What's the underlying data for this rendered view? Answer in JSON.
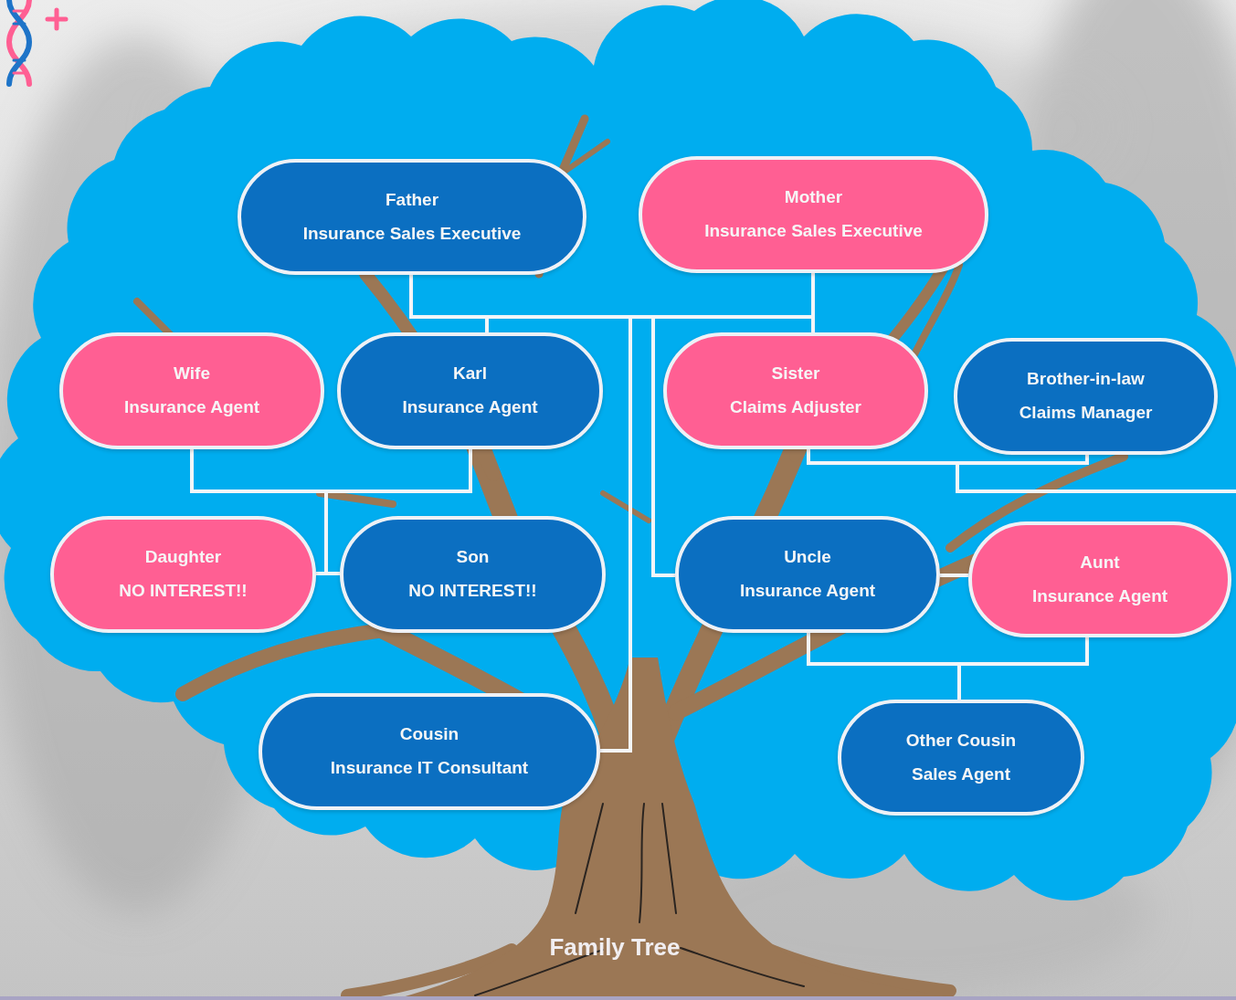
{
  "diagram": {
    "caption": "Family Tree",
    "nodes": [
      {
        "text": [
          "Father",
          "Insurance Sales Executive"
        ]
      },
      {
        "text": [
          "Mother",
          "Insurance Sales Executive"
        ]
      },
      {
        "text": [
          "Wife",
          "Insurance Agent"
        ]
      },
      {
        "text": [
          "Karl",
          "Insurance Agent"
        ]
      },
      {
        "text": [
          "Sister",
          "Claims Adjuster"
        ]
      },
      {
        "text": [
          "Brother-in-law",
          "Claims Manager"
        ]
      },
      {
        "text": [
          "Daughter",
          "NO INTEREST!!"
        ]
      },
      {
        "text": [
          "Son",
          "NO INTEREST!!"
        ]
      },
      {
        "text": [
          "Uncle",
          "Insurance Agent"
        ]
      },
      {
        "text": [
          "Aunt",
          "Insurance Agent"
        ]
      },
      {
        "text": [
          "Cousin",
          "Insurance IT Consultant"
        ]
      },
      {
        "text": [
          "Other Cousin",
          "Sales Agent"
        ]
      }
    ],
    "edges": [
      {
        "from": 0,
        "to": 3,
        "arrow": "none"
      },
      {
        "from": 1,
        "to": 3,
        "arrow": "none"
      },
      {
        "from": 0,
        "to": 4,
        "arrow": "none"
      },
      {
        "from": 1,
        "to": 4,
        "arrow": "none"
      },
      {
        "from": 0,
        "to": 8,
        "arrow": "none"
      },
      {
        "from": 1,
        "to": 8,
        "arrow": "none"
      },
      {
        "from": 0,
        "to": 10,
        "arrow": "none"
      },
      {
        "from": 1,
        "to": 10,
        "arrow": "none"
      },
      {
        "from": 2,
        "to": 6,
        "arrow": "none"
      },
      {
        "from": 2,
        "to": 7,
        "arrow": "none"
      },
      {
        "from": 3,
        "to": 6,
        "arrow": "none"
      },
      {
        "from": 3,
        "to": 7,
        "arrow": "none"
      },
      {
        "from": 4,
        "to": 5,
        "arrow": "none"
      },
      {
        "from": 8,
        "to": 9,
        "arrow": "none"
      },
      {
        "from": 8,
        "to": 11,
        "arrow": "none"
      },
      {
        "from": 9,
        "to": 11,
        "arrow": "none"
      }
    ]
  }
}
